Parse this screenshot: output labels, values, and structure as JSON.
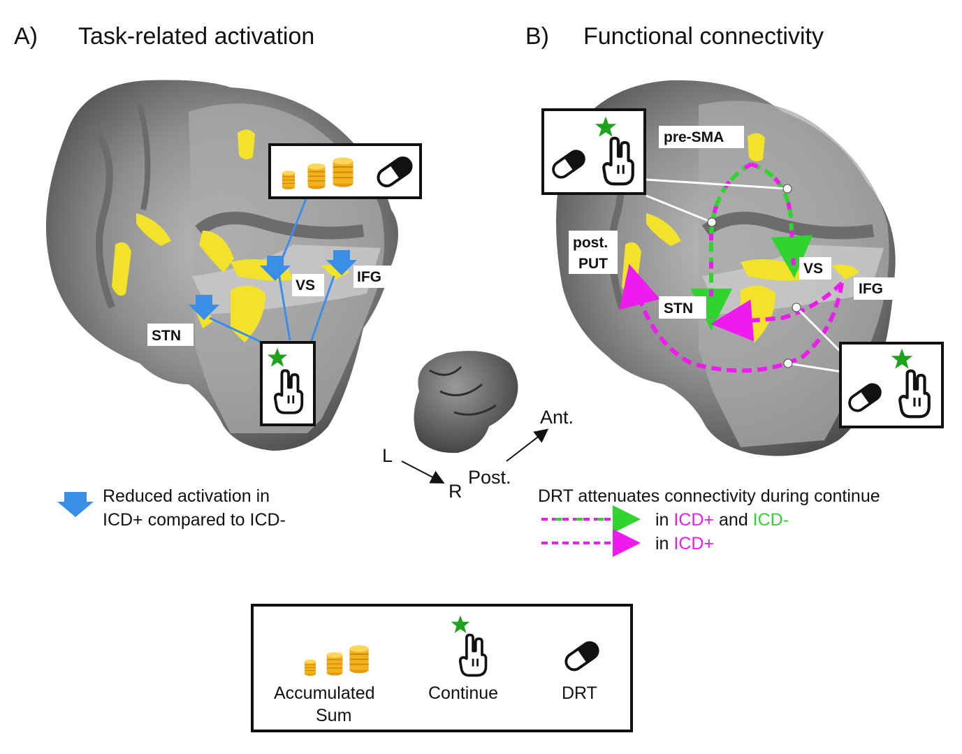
{
  "colors": {
    "activation_yellow": "#f2e22a",
    "reduced_arrow_blue": "#3a8ee6",
    "icd_plus_magenta": "#ee1bee",
    "icd_minus_green": "#2fd42f",
    "star_green": "#1fa31f",
    "coin_gold": "#f2b21b"
  },
  "panel_a": {
    "letter": "A)",
    "title": "Task-related activation",
    "regions": {
      "vs": "VS",
      "ifg": "IFG",
      "stn": "STN"
    },
    "legend_text_line1": "Reduced activation in",
    "legend_text_line2": "ICD+ compared to ICD-"
  },
  "panel_b": {
    "letter": "B)",
    "title": "Functional connectivity",
    "regions": {
      "pre_sma": "pre-SMA",
      "post_put_line1": "post.",
      "post_put_line2": "PUT",
      "vs": "VS",
      "stn": "STN",
      "ifg": "IFG"
    },
    "note_title": "DRT attenuates connectivity during continue",
    "row1_prefix": "in ",
    "row1_icd_plus": "ICD+",
    "row1_and": " and ",
    "row1_icd_minus": "ICD-",
    "row2_prefix": "in ",
    "row2_icd_plus": "ICD+"
  },
  "orientation": {
    "ant": "Ant.",
    "post": "Post.",
    "left": "L",
    "right": "R"
  },
  "legend": {
    "items": [
      {
        "icon": "coin-stacks-icon",
        "label_line1": "Accumulated",
        "label_line2": "Sum"
      },
      {
        "icon": "continue-hand-icon",
        "label_line1": "Continue"
      },
      {
        "icon": "pill-icon",
        "label_line1": "DRT"
      }
    ]
  }
}
